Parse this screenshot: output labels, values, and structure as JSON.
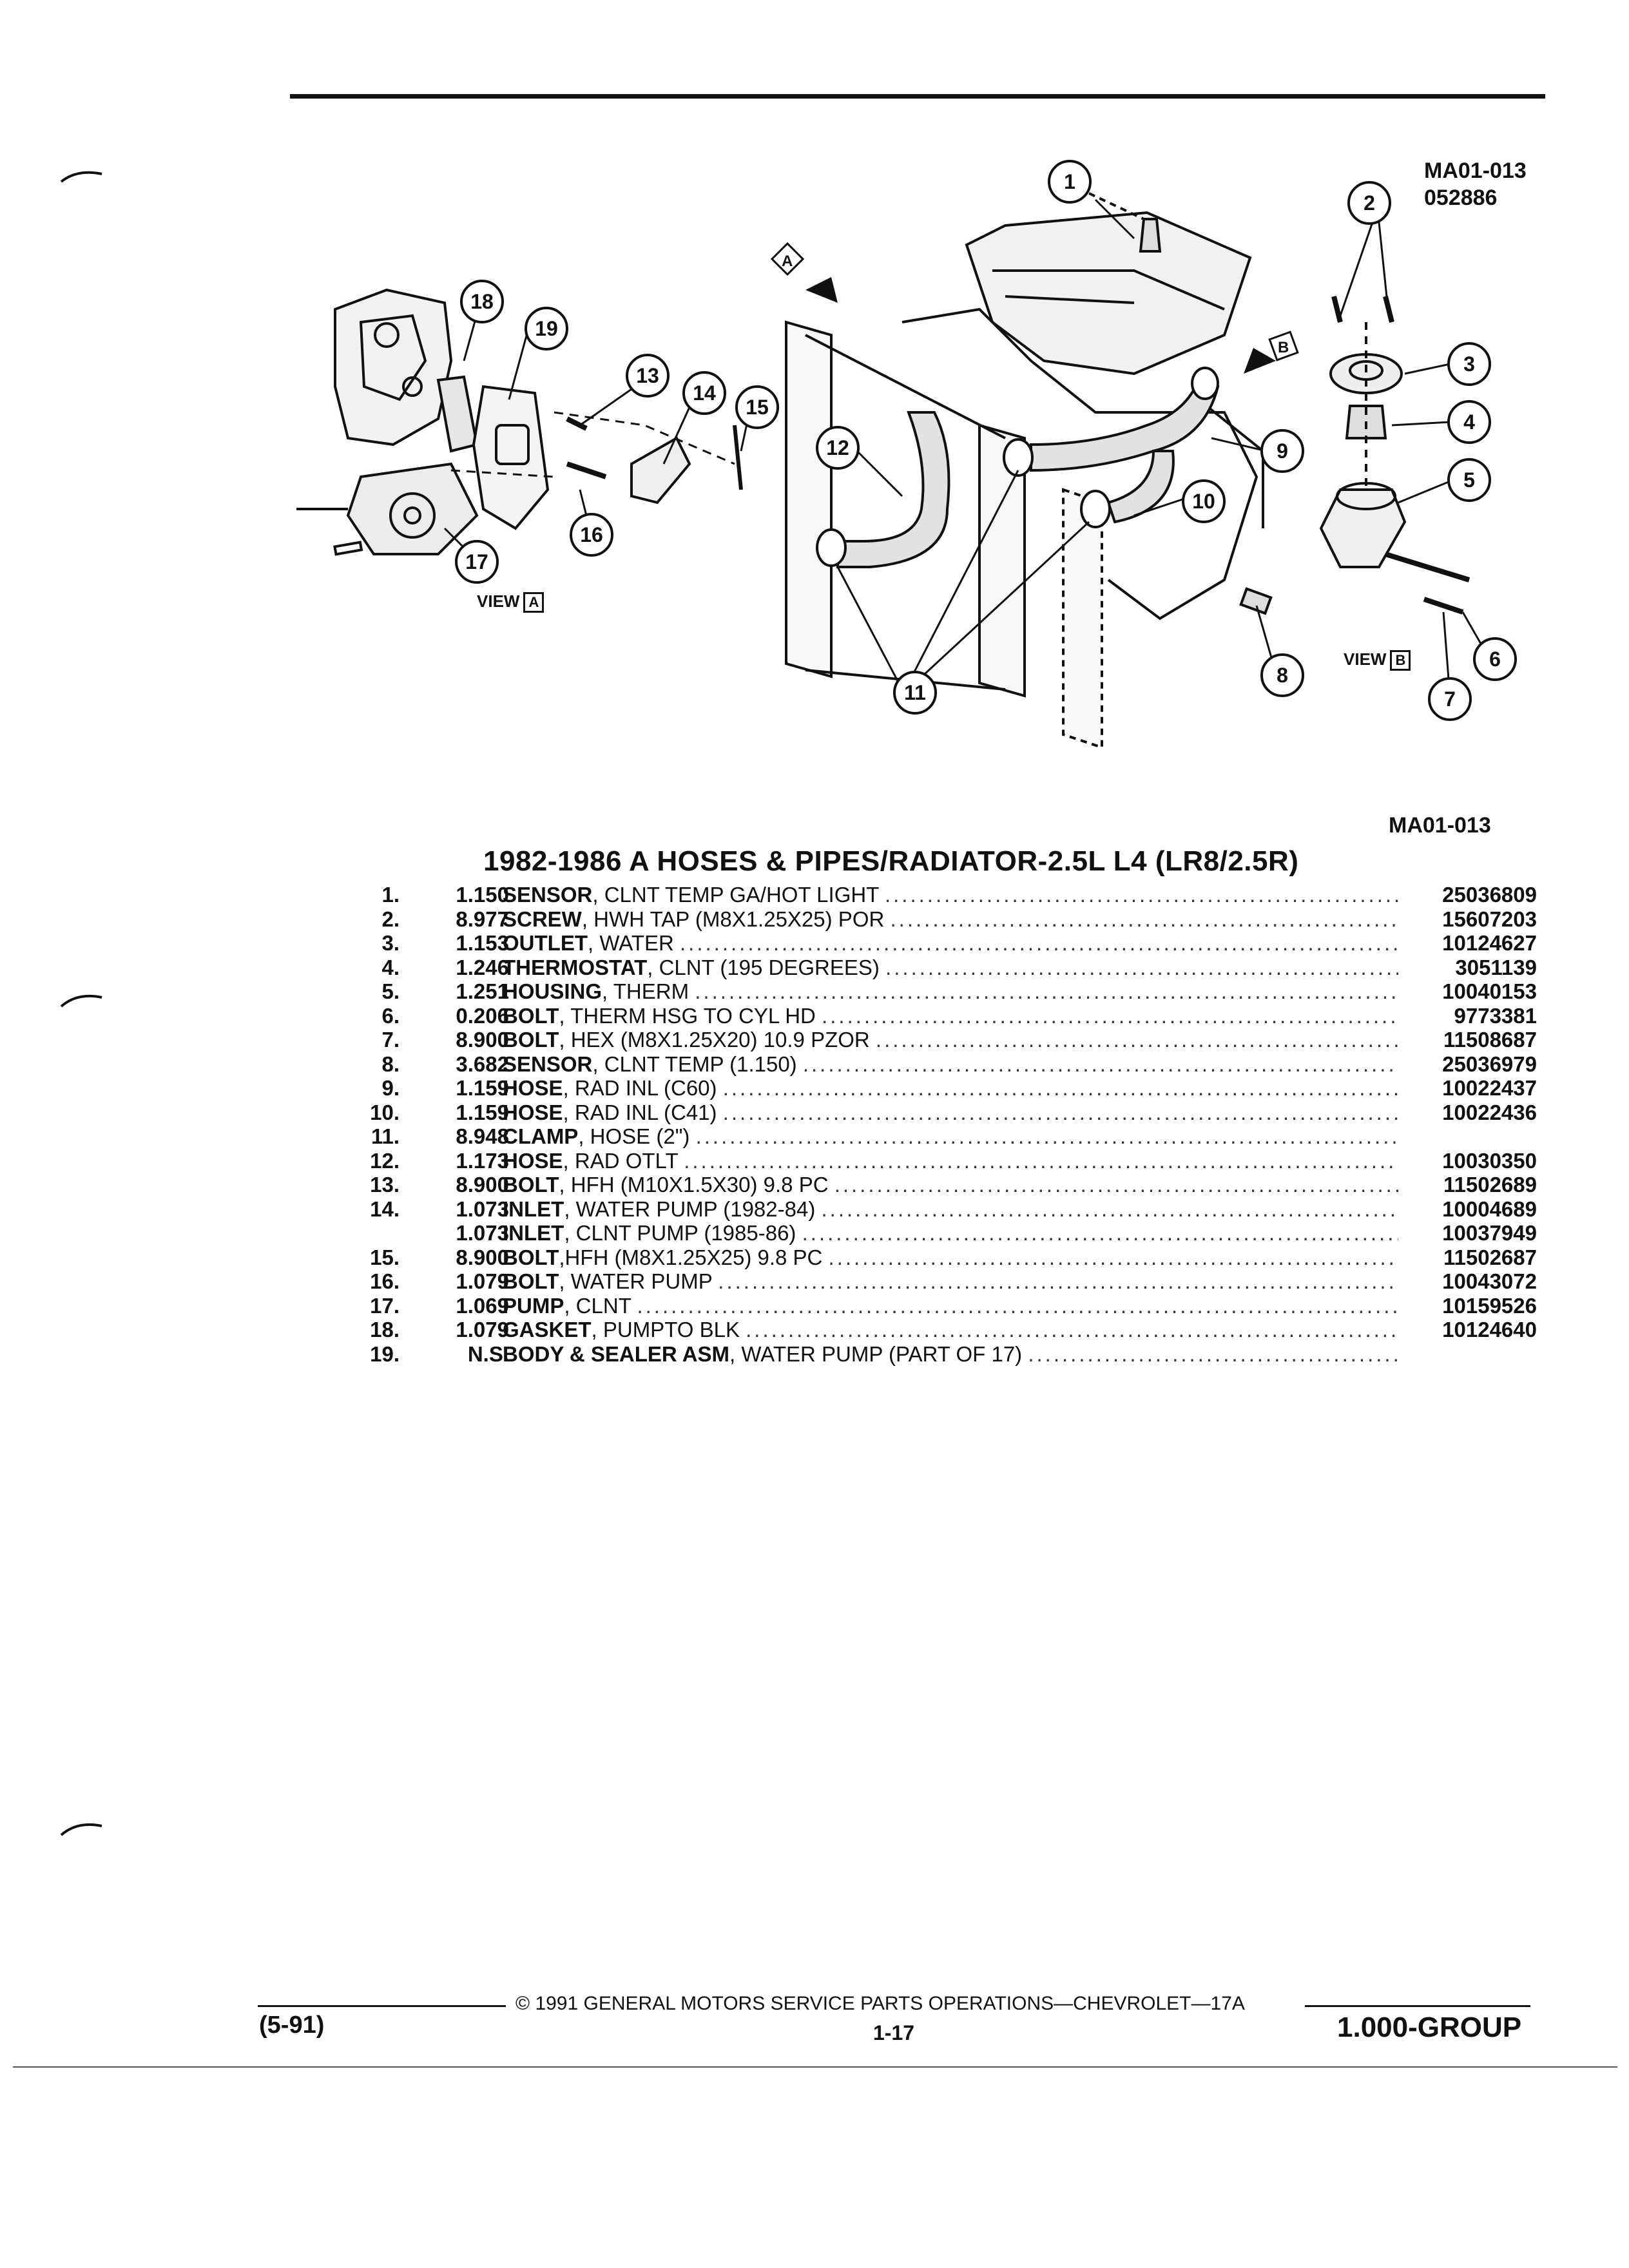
{
  "header": {
    "ref_code": "MA01-013",
    "ref_date": "052886",
    "illustration_code": "MA01-013"
  },
  "diagram": {
    "callouts": [
      "1",
      "2",
      "3",
      "4",
      "5",
      "6",
      "7",
      "8",
      "9",
      "10",
      "11",
      "12",
      "13",
      "14",
      "15",
      "16",
      "17",
      "18",
      "19"
    ],
    "view_a": {
      "label": "VIEW",
      "letter": "A"
    },
    "view_b": {
      "label": "VIEW",
      "letter": "B"
    }
  },
  "parts_list": {
    "title": "1982-1986 A HOSES & PIPES/RADIATOR-2.5L L4 (LR8/2.5R)",
    "rows": [
      {
        "num": "1.",
        "group": "1.150",
        "name": "SENSOR",
        "desc": ", CLNT TEMP GA/HOT LIGHT",
        "part": "25036809"
      },
      {
        "num": "2.",
        "group": "8.977",
        "name": "SCREW",
        "desc": ", HWH TAP (M8X1.25X25) POR",
        "part": "15607203"
      },
      {
        "num": "3.",
        "group": "1.153",
        "name": "OUTLET",
        "desc": ", WATER",
        "part": "10124627"
      },
      {
        "num": "4.",
        "group": "1.246",
        "name": "THERMOSTAT",
        "desc": ", CLNT (195 DEGREES)",
        "part": "3051139"
      },
      {
        "num": "5.",
        "group": "1.251",
        "name": "HOUSING",
        "desc": ", THERM",
        "part": "10040153"
      },
      {
        "num": "6.",
        "group": "0.206",
        "name": "BOLT",
        "desc": ", THERM HSG TO CYL HD",
        "part": "9773381"
      },
      {
        "num": "7.",
        "group": "8.900",
        "name": "BOLT",
        "desc": ", HEX (M8X1.25X20) 10.9 PZOR",
        "part": "11508687"
      },
      {
        "num": "8.",
        "group": "3.682",
        "name": "SENSOR",
        "desc": ", CLNT TEMP (1.150)",
        "part": "25036979"
      },
      {
        "num": "9.",
        "group": "1.159",
        "name": "HOSE",
        "desc": ", RAD INL (C60)",
        "part": "10022437"
      },
      {
        "num": "10.",
        "group": "1.159",
        "name": "HOSE",
        "desc": ", RAD INL (C41)",
        "part": "10022436"
      },
      {
        "num": "11.",
        "group": "8.948",
        "name": "CLAMP",
        "desc": ", HOSE (2\")",
        "part": ""
      },
      {
        "num": "12.",
        "group": "1.173",
        "name": "HOSE",
        "desc": ", RAD OTLT",
        "part": "10030350"
      },
      {
        "num": "13.",
        "group": "8.900",
        "name": "BOLT",
        "desc": ", HFH (M10X1.5X30) 9.8 PC",
        "part": "11502689"
      },
      {
        "num": "14.",
        "group": "1.073",
        "name": "INLET",
        "desc": ", WATER PUMP (1982-84)",
        "part": "10004689"
      },
      {
        "num": "",
        "group": "1.073",
        "name": "INLET",
        "desc": ", CLNT PUMP (1985-86)",
        "part": "10037949"
      },
      {
        "num": "15.",
        "group": "8.900",
        "name": "BOLT",
        "desc": ",HFH (M8X1.25X25) 9.8 PC",
        "part": "11502687"
      },
      {
        "num": "16.",
        "group": "1.079",
        "name": "BOLT",
        "desc": ", WATER PUMP",
        "part": "10043072"
      },
      {
        "num": "17.",
        "group": "1.069",
        "name": "PUMP",
        "desc": ", CLNT",
        "part": "10159526"
      },
      {
        "num": "18.",
        "group": "1.079",
        "name": "GASKET",
        "desc": ", PUMPTO BLK",
        "part": "10124640"
      },
      {
        "num": "19.",
        "group": "N.S.",
        "name": "BODY & SEALER ASM",
        "desc": ", WATER PUMP (PART OF 17)",
        "part": ""
      }
    ]
  },
  "footer": {
    "copyright": "© 1991 GENERAL MOTORS SERVICE PARTS OPERATIONS—CHEVROLET—17A",
    "page": "1-17",
    "date_code": "(5-91)",
    "group": "1.000-GROUP"
  }
}
